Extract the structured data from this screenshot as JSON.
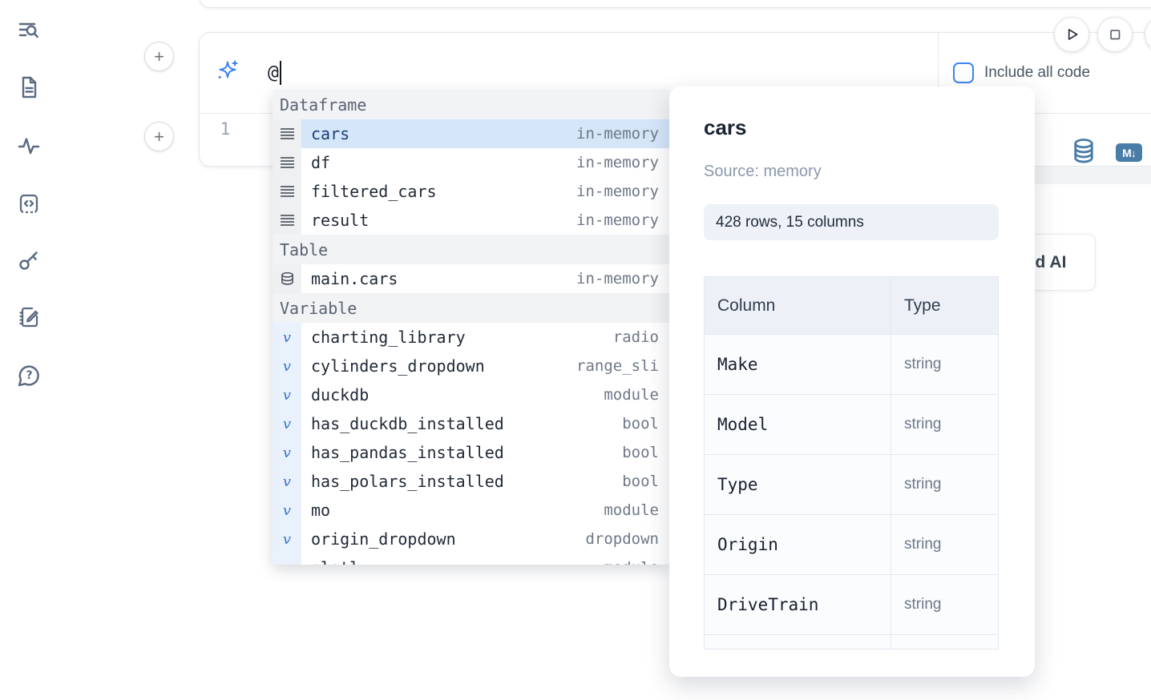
{
  "colors": {
    "accent_blue": "#3b82f6",
    "steel_blue": "#4a7ca8",
    "selection_blue": "#d4e6f8",
    "icon_slate": "#5b6b82"
  },
  "sidebar": {
    "icons": [
      {
        "name": "file-explorer"
      },
      {
        "name": "snippets-document"
      },
      {
        "name": "dependency-activity"
      },
      {
        "name": "scratchpad-code-cell"
      },
      {
        "name": "secrets-key"
      },
      {
        "name": "notebook-pen"
      },
      {
        "name": "help-chat"
      }
    ]
  },
  "canvas": {
    "add_cell_top_label": "+",
    "add_cell_bottom_label": "+"
  },
  "cell": {
    "prompt_value": "@",
    "include_all_code": {
      "label": "Include all code",
      "checked": false
    },
    "line_number": "1",
    "markdown_badge": "M↓"
  },
  "autocomplete": {
    "sections": [
      {
        "label": "Dataframe",
        "items": [
          {
            "name": "cars",
            "type": "in-memory",
            "selected": true
          },
          {
            "name": "df",
            "type": "in-memory",
            "selected": false
          },
          {
            "name": "filtered_cars",
            "type": "in-memory",
            "selected": false
          },
          {
            "name": "result",
            "type": "in-memory",
            "selected": false
          }
        ]
      },
      {
        "label": "Table",
        "items": [
          {
            "name": "main.cars",
            "type": "in-memory",
            "selected": false
          }
        ]
      },
      {
        "label": "Variable",
        "items": [
          {
            "name": "charting_library",
            "type": "radio",
            "selected": false
          },
          {
            "name": "cylinders_dropdown",
            "type": "range_sli",
            "selected": false
          },
          {
            "name": "duckdb",
            "type": "module",
            "selected": false
          },
          {
            "name": "has_duckdb_installed",
            "type": "bool",
            "selected": false
          },
          {
            "name": "has_pandas_installed",
            "type": "bool",
            "selected": false
          },
          {
            "name": "has_polars_installed",
            "type": "bool",
            "selected": false
          },
          {
            "name": "mo",
            "type": "module",
            "selected": false
          },
          {
            "name": "origin_dropdown",
            "type": "dropdown",
            "selected": false
          }
        ]
      }
    ],
    "partial_item": {
      "name": "plotly",
      "type": "module"
    }
  },
  "datasource_popup": {
    "title": "cars",
    "source_label": "Source: memory",
    "shape_badge": "428 rows, 15 columns",
    "schema_table": {
      "headers": [
        "Column",
        "Type"
      ],
      "rows": [
        {
          "column": "Make",
          "type": "string"
        },
        {
          "column": "Model",
          "type": "string"
        },
        {
          "column": "Type",
          "type": "string"
        },
        {
          "column": "Origin",
          "type": "string"
        },
        {
          "column": "DriveTrain",
          "type": "string"
        }
      ]
    }
  },
  "ai_button": {
    "visible_label": "d AI"
  }
}
